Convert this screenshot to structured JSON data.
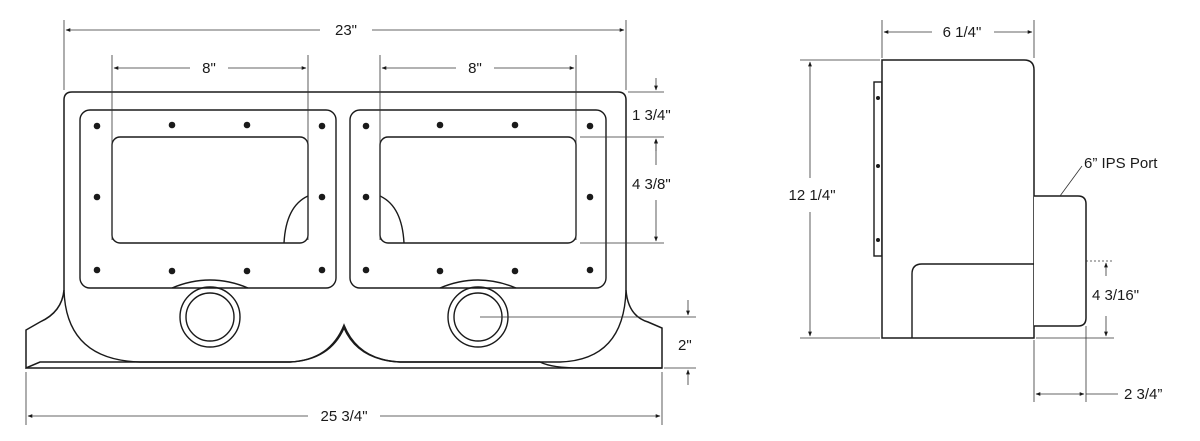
{
  "dimensions": {
    "overall_top_width": "23\"",
    "left_window_width": "8\"",
    "right_window_width": "8\"",
    "top_margin": "1 3/4\"",
    "window_height": "4 3/8\"",
    "port_height": "2\"",
    "base_width": "25 3/4\"",
    "side_depth": "6 1/4\"",
    "side_height": "12 1/4\"",
    "port_label": "6” IPS Port",
    "port_center_height": "4 3/16\"",
    "port_projection": "2 3/4”"
  },
  "colors": {
    "line": "#1a1a1a",
    "background": "#ffffff"
  }
}
